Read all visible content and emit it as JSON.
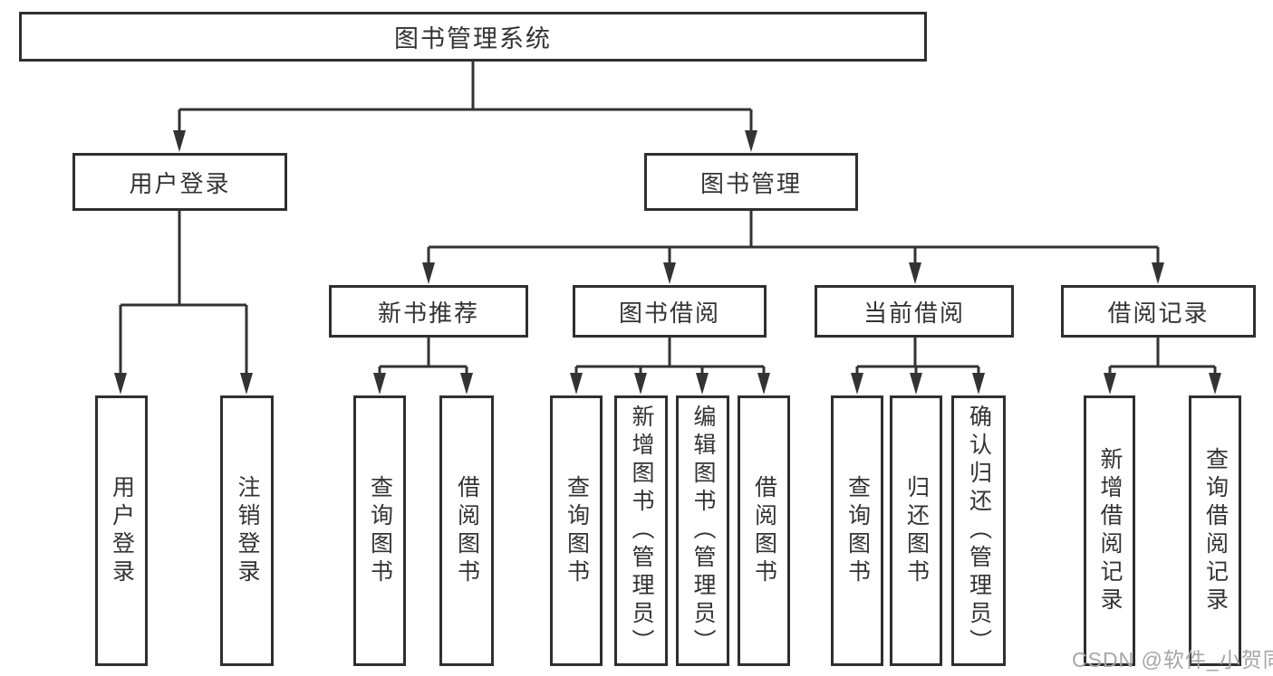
{
  "colors": {
    "line": "#333333",
    "box_border": "#2f2f2f",
    "box_fill": "#ffffff",
    "text": "#333333",
    "watermark": "#a6a6a6",
    "background": "#ffffff"
  },
  "tree": {
    "root": "图书管理系统",
    "children": [
      {
        "label": "用户登录",
        "children": [
          "用户登录",
          "注销登录"
        ]
      },
      {
        "label": "图书管理",
        "children": [
          {
            "label": "新书推荐",
            "children": [
              "查询图书",
              "借阅图书"
            ]
          },
          {
            "label": "图书借阅",
            "children": [
              "查询图书",
              "新增图书（管理员）",
              "编辑图书（管理员）",
              "借阅图书"
            ]
          },
          {
            "label": "当前借阅",
            "children": [
              "查询图书",
              "归还图书",
              "确认归还（管理员）"
            ]
          },
          {
            "label": "借阅记录",
            "children": [
              "新增借阅记录",
              "查询借阅记录"
            ]
          }
        ]
      }
    ]
  },
  "watermark": {
    "text": "CSDN @软件_小贺同学"
  }
}
